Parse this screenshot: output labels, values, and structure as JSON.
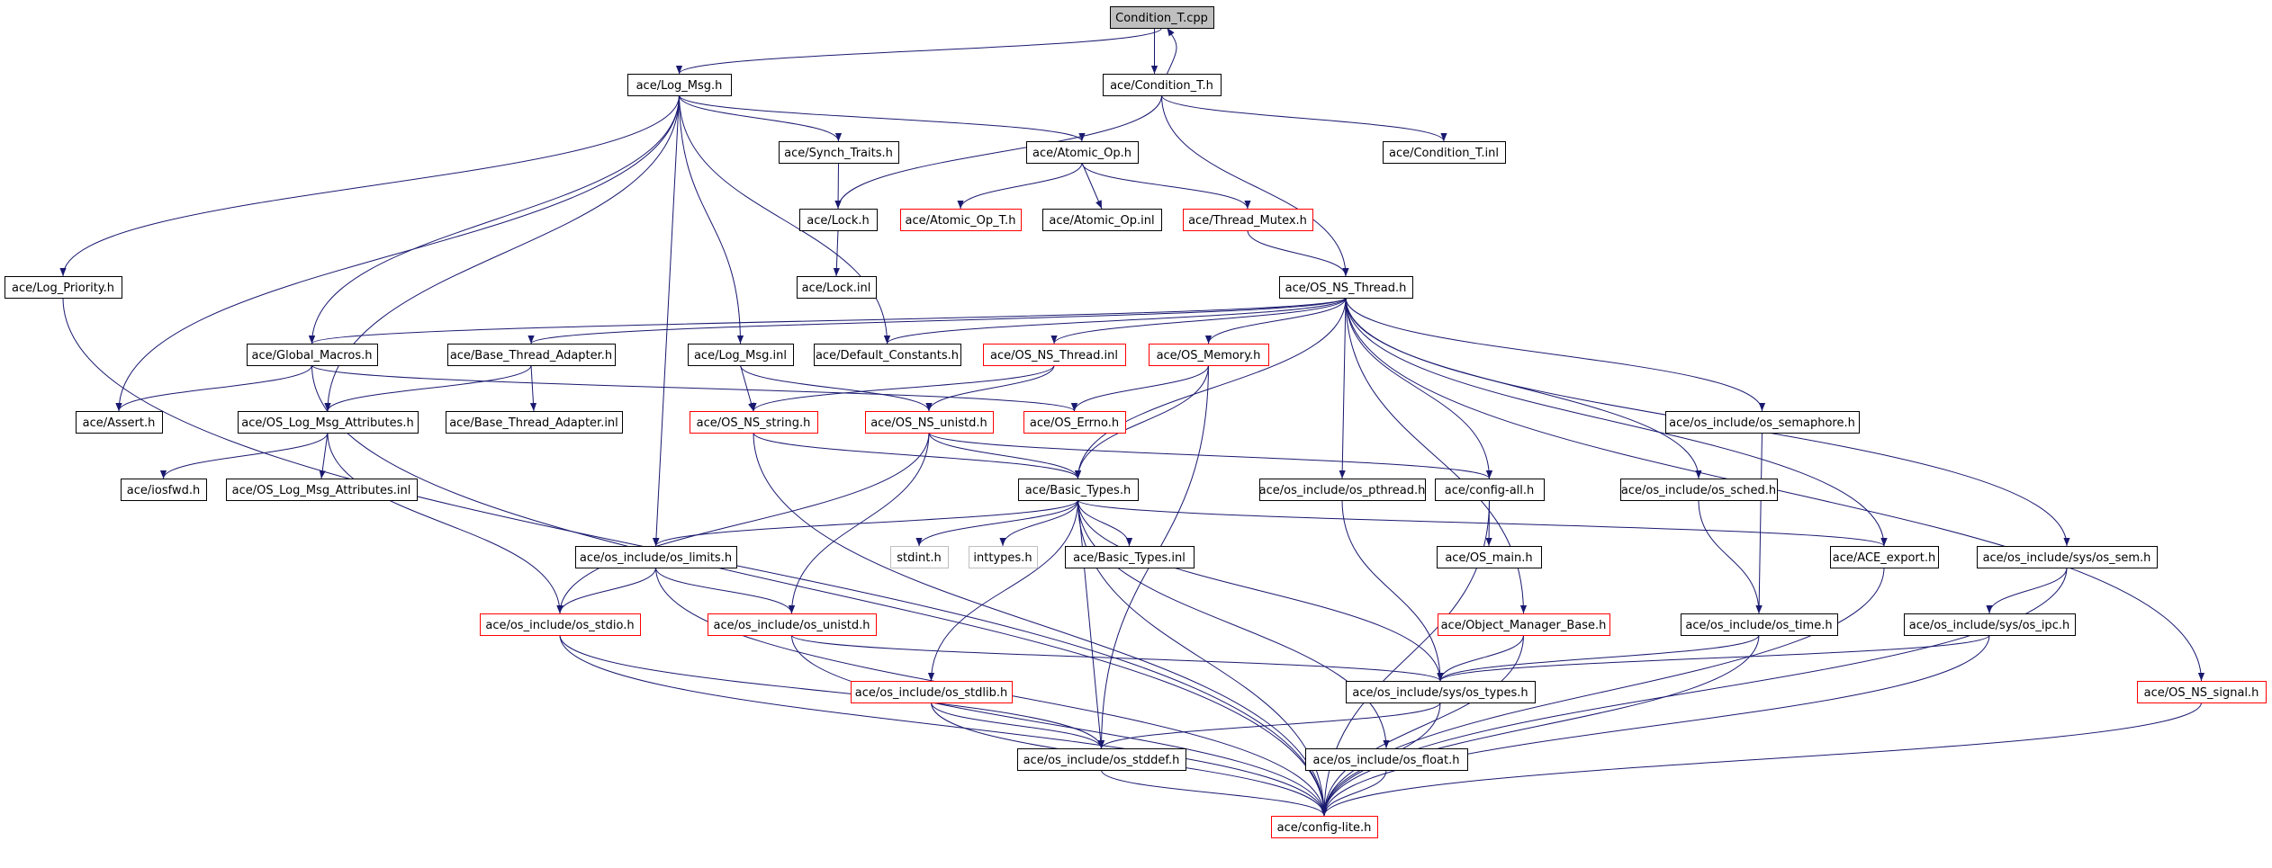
{
  "diagram": {
    "colors": {
      "edge": "#191970",
      "border_normal": "#000000",
      "border_missing": "#ff0000",
      "border_external": "#bfbfbf",
      "fill_root": "#bfbfbf",
      "fill_normal": "#ffffff"
    },
    "nodes": [
      {
        "id": "condition_t_cpp",
        "label": "Condition_T.cpp",
        "kind": "root"
      },
      {
        "id": "log_msg_h",
        "label": "ace/Log_Msg.h",
        "kind": "normal"
      },
      {
        "id": "condition_t_h",
        "label": "ace/Condition_T.h",
        "kind": "normal"
      },
      {
        "id": "synch_traits_h",
        "label": "ace/Synch_Traits.h",
        "kind": "normal"
      },
      {
        "id": "atomic_op_h",
        "label": "ace/Atomic_Op.h",
        "kind": "normal"
      },
      {
        "id": "condition_t_inl",
        "label": "ace/Condition_T.inl",
        "kind": "normal"
      },
      {
        "id": "lock_h",
        "label": "ace/Lock.h",
        "kind": "normal"
      },
      {
        "id": "atomic_op_t_h",
        "label": "ace/Atomic_Op_T.h",
        "kind": "missing"
      },
      {
        "id": "atomic_op_inl",
        "label": "ace/Atomic_Op.inl",
        "kind": "normal"
      },
      {
        "id": "thread_mutex_h",
        "label": "ace/Thread_Mutex.h",
        "kind": "missing"
      },
      {
        "id": "lock_inl",
        "label": "ace/Lock.inl",
        "kind": "normal"
      },
      {
        "id": "log_priority_h",
        "label": "ace/Log_Priority.h",
        "kind": "normal"
      },
      {
        "id": "os_ns_thread_h",
        "label": "ace/OS_NS_Thread.h",
        "kind": "normal"
      },
      {
        "id": "global_macros_h",
        "label": "ace/Global_Macros.h",
        "kind": "normal"
      },
      {
        "id": "base_thread_adapter_h",
        "label": "ace/Base_Thread_Adapter.h",
        "kind": "normal"
      },
      {
        "id": "log_msg_inl",
        "label": "ace/Log_Msg.inl",
        "kind": "normal"
      },
      {
        "id": "default_constants_h",
        "label": "ace/Default_Constants.h",
        "kind": "normal"
      },
      {
        "id": "os_ns_thread_inl",
        "label": "ace/OS_NS_Thread.inl",
        "kind": "missing"
      },
      {
        "id": "os_memory_h",
        "label": "ace/OS_Memory.h",
        "kind": "missing"
      },
      {
        "id": "assert_h",
        "label": "ace/Assert.h",
        "kind": "normal"
      },
      {
        "id": "os_log_msg_attributes_h",
        "label": "ace/OS_Log_Msg_Attributes.h",
        "kind": "normal"
      },
      {
        "id": "base_thread_adapter_inl",
        "label": "ace/Base_Thread_Adapter.inl",
        "kind": "normal"
      },
      {
        "id": "os_ns_string_h",
        "label": "ace/OS_NS_string.h",
        "kind": "missing"
      },
      {
        "id": "os_ns_unistd_h",
        "label": "ace/OS_NS_unistd.h",
        "kind": "missing"
      },
      {
        "id": "os_errno_h",
        "label": "ace/OS_Errno.h",
        "kind": "missing"
      },
      {
        "id": "os_semaphore_h",
        "label": "ace/os_include/os_semaphore.h",
        "kind": "normal"
      },
      {
        "id": "iosfwd_h",
        "label": "ace/iosfwd.h",
        "kind": "normal"
      },
      {
        "id": "os_log_msg_attributes_inl",
        "label": "ace/OS_Log_Msg_Attributes.inl",
        "kind": "normal"
      },
      {
        "id": "basic_types_h",
        "label": "ace/Basic_Types.h",
        "kind": "normal"
      },
      {
        "id": "os_pthread_h",
        "label": "ace/os_include/os_pthread.h",
        "kind": "normal"
      },
      {
        "id": "config_all_h",
        "label": "ace/config-all.h",
        "kind": "normal"
      },
      {
        "id": "os_sched_h",
        "label": "ace/os_include/os_sched.h",
        "kind": "normal"
      },
      {
        "id": "os_limits_h",
        "label": "ace/os_include/os_limits.h",
        "kind": "normal"
      },
      {
        "id": "stdint_h",
        "label": "stdint.h",
        "kind": "external"
      },
      {
        "id": "inttypes_h",
        "label": "inttypes.h",
        "kind": "external"
      },
      {
        "id": "basic_types_inl",
        "label": "ace/Basic_Types.inl",
        "kind": "normal"
      },
      {
        "id": "os_main_h",
        "label": "ace/OS_main.h",
        "kind": "normal"
      },
      {
        "id": "ace_export_h",
        "label": "ace/ACE_export.h",
        "kind": "normal"
      },
      {
        "id": "sys_os_sem_h",
        "label": "ace/os_include/sys/os_sem.h",
        "kind": "normal"
      },
      {
        "id": "os_stdio_h",
        "label": "ace/os_include/os_stdio.h",
        "kind": "missing"
      },
      {
        "id": "os_unistd_h",
        "label": "ace/os_include/os_unistd.h",
        "kind": "missing"
      },
      {
        "id": "object_manager_base_h",
        "label": "ace/Object_Manager_Base.h",
        "kind": "missing"
      },
      {
        "id": "os_time_h",
        "label": "ace/os_include/os_time.h",
        "kind": "normal"
      },
      {
        "id": "sys_os_ipc_h",
        "label": "ace/os_include/sys/os_ipc.h",
        "kind": "normal"
      },
      {
        "id": "os_stdlib_h",
        "label": "ace/os_include/os_stdlib.h",
        "kind": "missing"
      },
      {
        "id": "sys_os_types_h",
        "label": "ace/os_include/sys/os_types.h",
        "kind": "normal"
      },
      {
        "id": "os_ns_signal_h",
        "label": "ace/OS_NS_signal.h",
        "kind": "missing"
      },
      {
        "id": "os_stddef_h",
        "label": "ace/os_include/os_stddef.h",
        "kind": "normal"
      },
      {
        "id": "os_float_h",
        "label": "ace/os_include/os_float.h",
        "kind": "normal"
      },
      {
        "id": "config_lite_h",
        "label": "ace/config-lite.h",
        "kind": "missing"
      }
    ],
    "edges": [
      [
        "condition_t_cpp",
        "log_msg_h"
      ],
      [
        "condition_t_cpp",
        "condition_t_h"
      ],
      [
        "condition_t_h",
        "condition_t_cpp"
      ],
      [
        "condition_t_h",
        "lock_h"
      ],
      [
        "condition_t_h",
        "os_ns_thread_h"
      ],
      [
        "condition_t_h",
        "condition_t_inl"
      ],
      [
        "log_msg_h",
        "synch_traits_h"
      ],
      [
        "log_msg_h",
        "atomic_op_h"
      ],
      [
        "log_msg_h",
        "log_priority_h"
      ],
      [
        "log_msg_h",
        "assert_h"
      ],
      [
        "log_msg_h",
        "global_macros_h"
      ],
      [
        "log_msg_h",
        "os_log_msg_attributes_h"
      ],
      [
        "log_msg_h",
        "os_limits_h"
      ],
      [
        "log_msg_h",
        "log_msg_inl"
      ],
      [
        "log_msg_h",
        "default_constants_h"
      ],
      [
        "synch_traits_h",
        "lock_h"
      ],
      [
        "lock_h",
        "lock_inl"
      ],
      [
        "atomic_op_h",
        "atomic_op_t_h"
      ],
      [
        "atomic_op_h",
        "atomic_op_inl"
      ],
      [
        "atomic_op_h",
        "thread_mutex_h"
      ],
      [
        "thread_mutex_h",
        "os_ns_thread_h"
      ],
      [
        "os_ns_thread_h",
        "global_macros_h"
      ],
      [
        "os_ns_thread_h",
        "base_thread_adapter_h"
      ],
      [
        "os_ns_thread_h",
        "default_constants_h"
      ],
      [
        "os_ns_thread_h",
        "os_ns_thread_inl"
      ],
      [
        "os_ns_thread_h",
        "os_memory_h"
      ],
      [
        "os_ns_thread_h",
        "basic_types_h"
      ],
      [
        "os_ns_thread_h",
        "os_pthread_h"
      ],
      [
        "os_ns_thread_h",
        "config_all_h"
      ],
      [
        "os_ns_thread_h",
        "object_manager_base_h"
      ],
      [
        "os_ns_thread_h",
        "os_sched_h"
      ],
      [
        "os_ns_thread_h",
        "os_semaphore_h"
      ],
      [
        "os_ns_thread_h",
        "ace_export_h"
      ],
      [
        "os_ns_thread_h",
        "sys_os_sem_h"
      ],
      [
        "os_ns_thread_h",
        "os_ns_signal_h"
      ],
      [
        "global_macros_h",
        "assert_h"
      ],
      [
        "global_macros_h",
        "os_errno_h"
      ],
      [
        "global_macros_h",
        "config_lite_h"
      ],
      [
        "base_thread_adapter_h",
        "os_log_msg_attributes_h"
      ],
      [
        "base_thread_adapter_h",
        "base_thread_adapter_inl"
      ],
      [
        "log_msg_inl",
        "os_ns_string_h"
      ],
      [
        "log_msg_inl",
        "os_ns_unistd_h"
      ],
      [
        "os_ns_thread_inl",
        "os_ns_string_h"
      ],
      [
        "os_ns_thread_inl",
        "os_ns_unistd_h"
      ],
      [
        "os_memory_h",
        "os_errno_h"
      ],
      [
        "os_memory_h",
        "basic_types_h"
      ],
      [
        "os_memory_h",
        "os_stddef_h"
      ],
      [
        "os_log_msg_attributes_h",
        "iosfwd_h"
      ],
      [
        "os_log_msg_attributes_h",
        "os_log_msg_attributes_inl"
      ],
      [
        "os_log_msg_attributes_h",
        "os_stdio_h"
      ],
      [
        "os_ns_string_h",
        "basic_types_h"
      ],
      [
        "os_ns_string_h",
        "config_lite_h"
      ],
      [
        "os_ns_unistd_h",
        "basic_types_h"
      ],
      [
        "os_ns_unistd_h",
        "config_all_h"
      ],
      [
        "os_ns_unistd_h",
        "os_stdio_h"
      ],
      [
        "os_ns_unistd_h",
        "os_unistd_h"
      ],
      [
        "basic_types_h",
        "os_limits_h"
      ],
      [
        "basic_types_h",
        "stdint_h"
      ],
      [
        "basic_types_h",
        "inttypes_h"
      ],
      [
        "basic_types_h",
        "basic_types_inl"
      ],
      [
        "basic_types_h",
        "ace_export_h"
      ],
      [
        "basic_types_h",
        "os_stdlib_h"
      ],
      [
        "basic_types_h",
        "os_stddef_h"
      ],
      [
        "basic_types_h",
        "sys_os_types_h"
      ],
      [
        "basic_types_h",
        "os_float_h"
      ],
      [
        "basic_types_h",
        "config_lite_h"
      ],
      [
        "config_all_h",
        "os_main_h"
      ],
      [
        "config_all_h",
        "config_lite_h"
      ],
      [
        "os_pthread_h",
        "sys_os_types_h"
      ],
      [
        "os_sched_h",
        "os_time_h"
      ],
      [
        "os_semaphore_h",
        "os_time_h"
      ],
      [
        "os_time_h",
        "sys_os_types_h"
      ],
      [
        "os_time_h",
        "config_lite_h"
      ],
      [
        "sys_os_sem_h",
        "sys_os_ipc_h"
      ],
      [
        "sys_os_sem_h",
        "config_lite_h"
      ],
      [
        "sys_os_ipc_h",
        "sys_os_types_h"
      ],
      [
        "sys_os_ipc_h",
        "config_lite_h"
      ],
      [
        "ace_export_h",
        "config_lite_h"
      ],
      [
        "os_limits_h",
        "os_stdio_h"
      ],
      [
        "os_limits_h",
        "os_unistd_h"
      ],
      [
        "os_limits_h",
        "config_lite_h"
      ],
      [
        "os_stdio_h",
        "os_stddef_h"
      ],
      [
        "os_stdio_h",
        "config_lite_h"
      ],
      [
        "os_unistd_h",
        "sys_os_types_h"
      ],
      [
        "os_unistd_h",
        "config_lite_h"
      ],
      [
        "object_manager_base_h",
        "sys_os_types_h"
      ],
      [
        "object_manager_base_h",
        "config_lite_h"
      ],
      [
        "os_stdlib_h",
        "os_stddef_h"
      ],
      [
        "os_stdlib_h",
        "config_lite_h"
      ],
      [
        "sys_os_types_h",
        "os_stddef_h"
      ],
      [
        "sys_os_types_h",
        "config_lite_h"
      ],
      [
        "os_stddef_h",
        "config_lite_h"
      ],
      [
        "os_float_h",
        "config_lite_h"
      ],
      [
        "log_priority_h",
        "config_lite_h"
      ],
      [
        "os_ns_signal_h",
        "config_lite_h"
      ]
    ]
  }
}
